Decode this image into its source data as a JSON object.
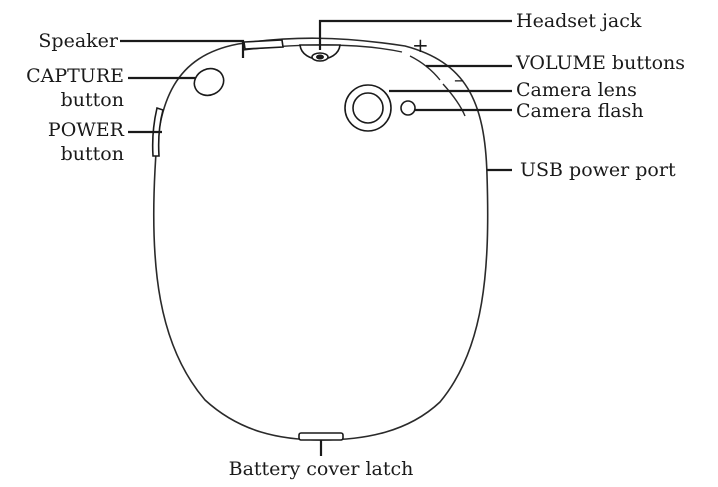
{
  "labels": {
    "speaker": "Speaker",
    "capture_line1": "CAPTURE",
    "capture_line2": "button",
    "power_line1": "POWER",
    "power_line2": "button",
    "headset_jack": "Headset jack",
    "volume_buttons": "VOLUME buttons",
    "volume_plus": "+",
    "volume_minus": "–",
    "camera_lens": "Camera lens",
    "camera_flash": "Camera flash",
    "usb_power_port": "USB power port",
    "battery_cover_latch": "Battery cover latch"
  },
  "colors": {
    "line": "#1a1a1a",
    "background": "#ffffff"
  }
}
